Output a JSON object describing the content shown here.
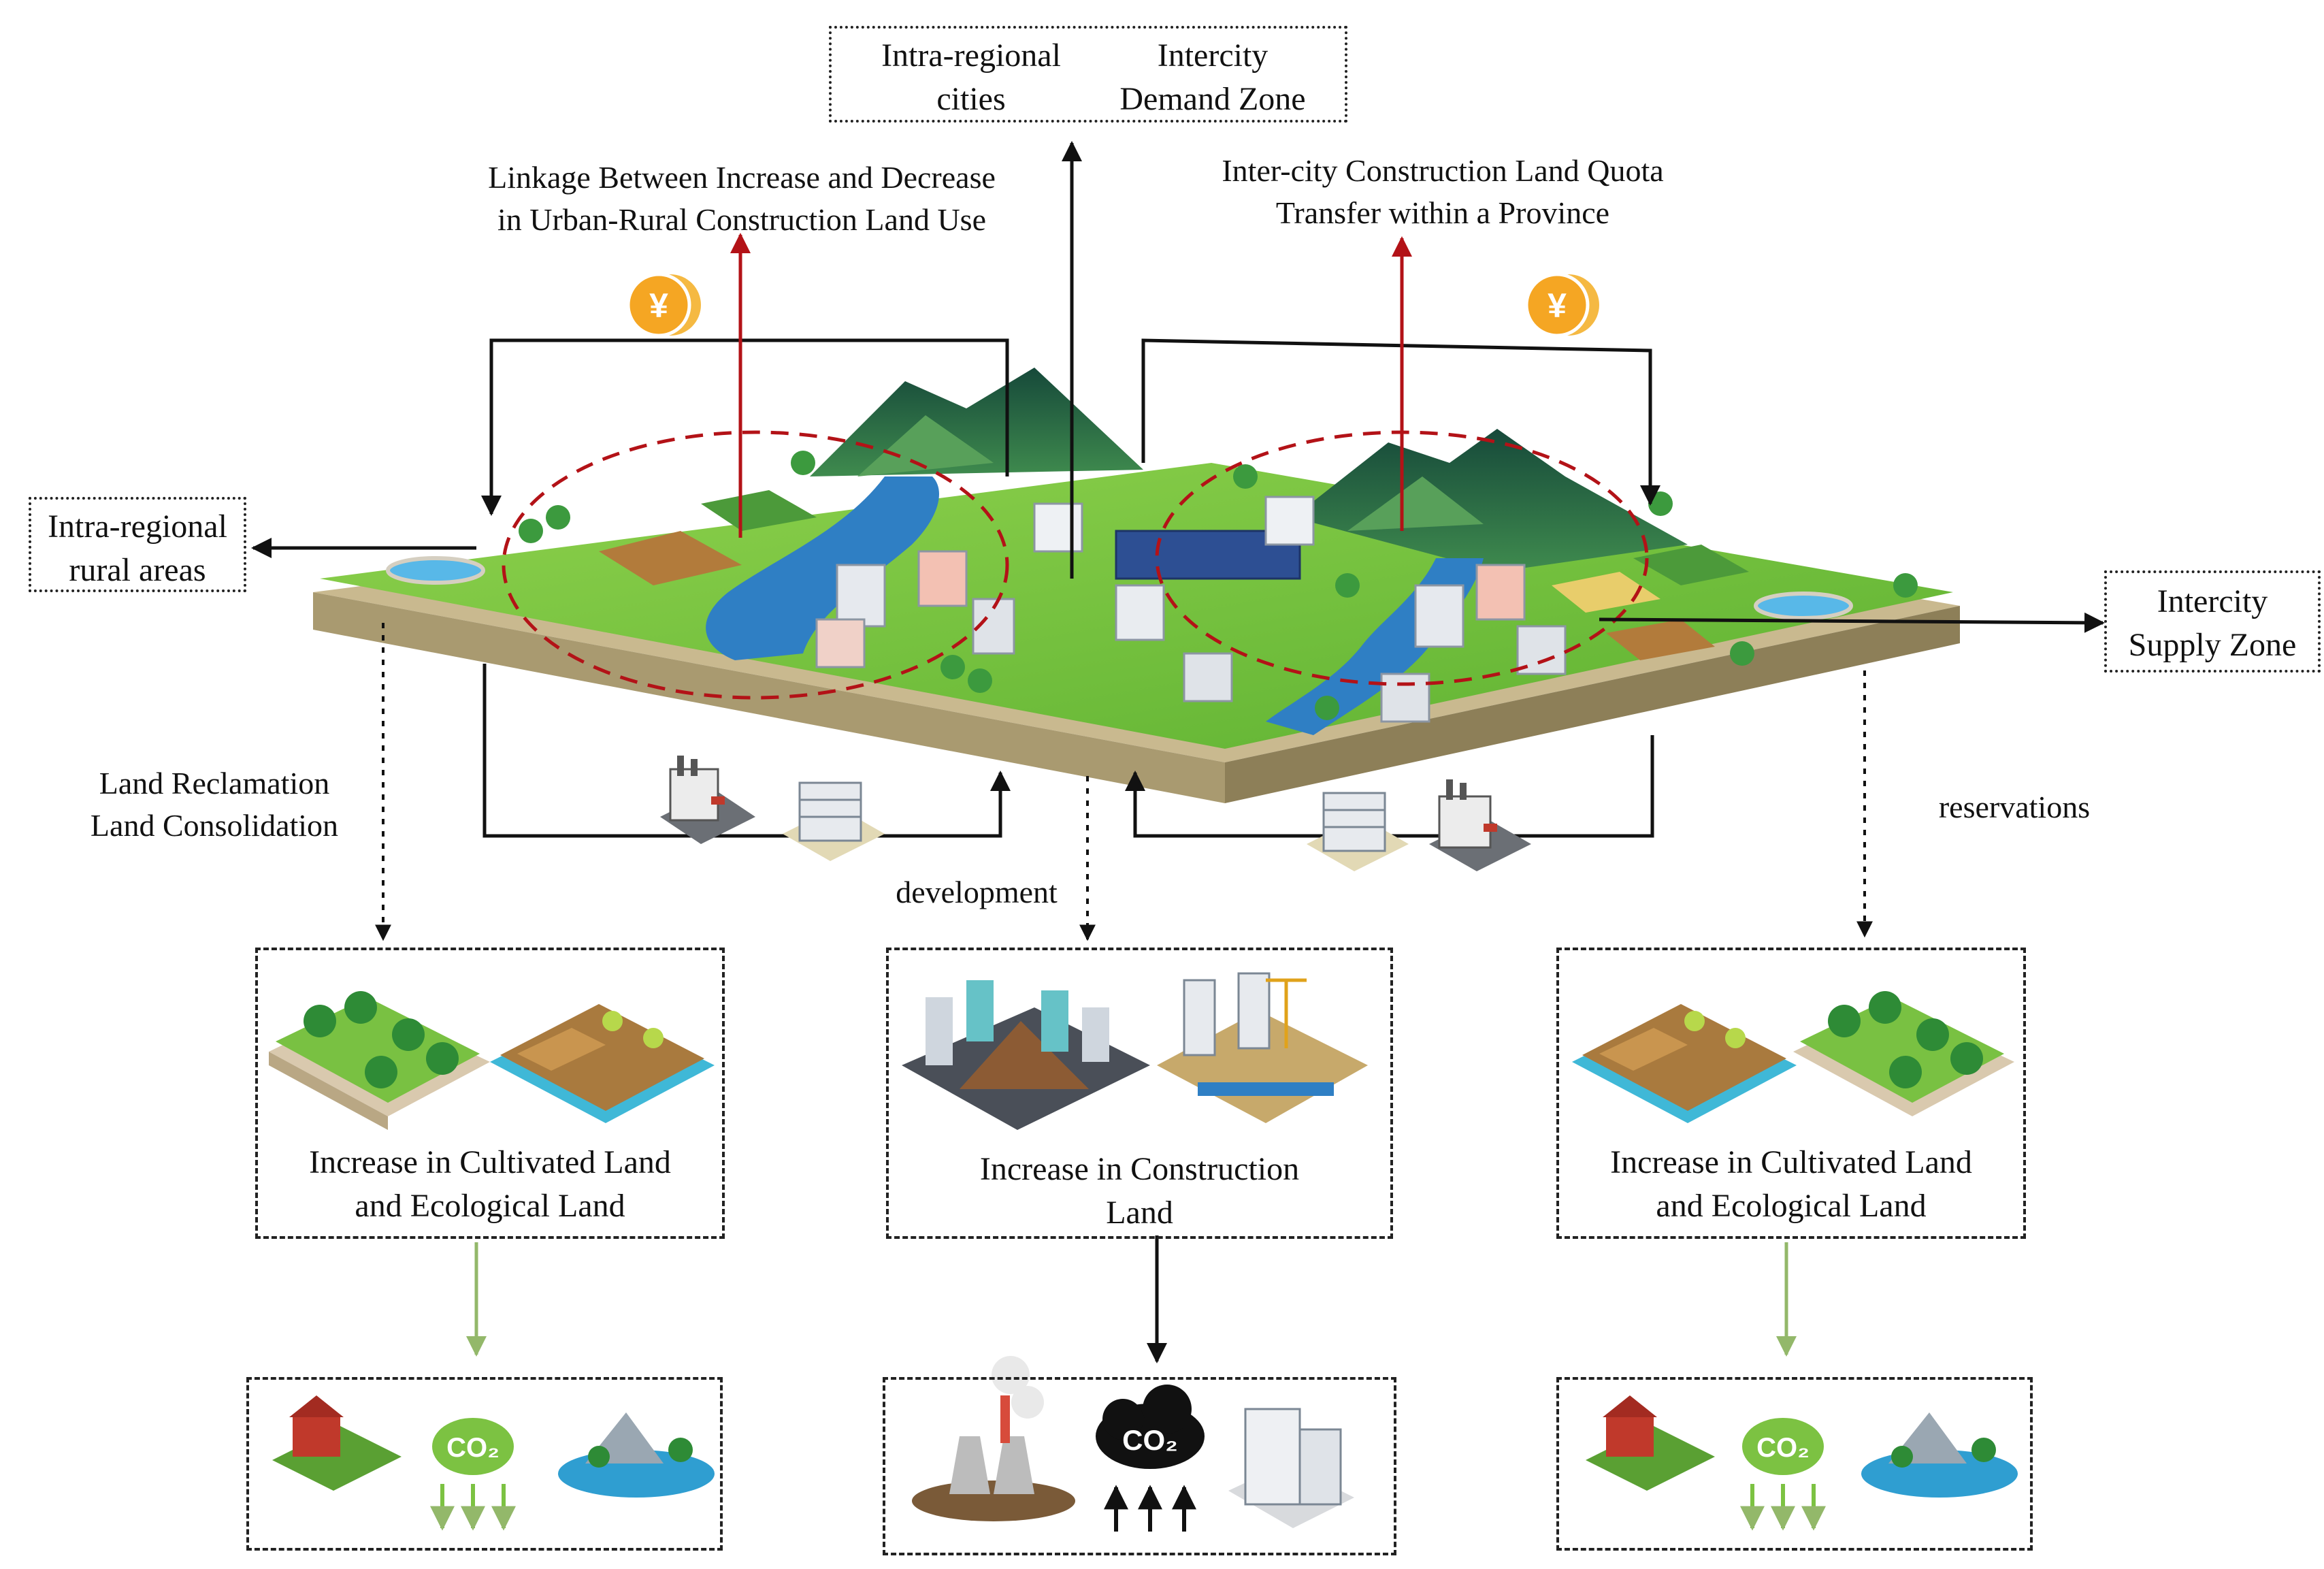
{
  "labels": {
    "demand_zone_col1": "Intra-regional\ncities",
    "demand_zone_col2": "Intercity\nDemand Zone",
    "linkage": "Linkage Between Increase and Decrease\nin Urban-Rural Construction Land Use",
    "quota_transfer": "Inter-city Construction Land Quota\nTransfer within a Province",
    "rural_areas": "Intra-regional\nrural areas",
    "supply_zone": "Intercity\nSupply Zone",
    "reclamation": "Land Reclamation\nLand Consolidation",
    "development": "development",
    "reservations": "reservations",
    "box_left": "Increase in Cultivated Land\nand Ecological Land",
    "box_mid": "Increase in Construction\nLand",
    "box_right": "Increase in Cultivated Land\nand Ecological Land"
  },
  "icons": {
    "coin": "yuan-coin-icon",
    "co2_green": "co2-absorb-icon",
    "co2_black": "co2-emit-icon"
  },
  "glyphs": {
    "yuan": "¥",
    "co2": "CO₂"
  },
  "colors": {
    "red_arrow": "#b31217",
    "green_arrow": "#93b86a",
    "grass": "#7ac943",
    "water": "#2f7fc4",
    "mountain": "#1f6b4a",
    "coin": "#f5a623"
  }
}
